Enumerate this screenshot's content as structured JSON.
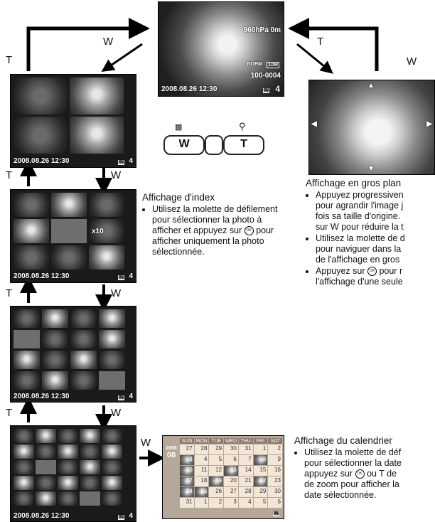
{
  "arrow_labels": {
    "w": "W",
    "t": "T"
  },
  "single_photo": {
    "pressure": "960hPa",
    "altitude": "0m",
    "quality": "NORM",
    "size": "10M",
    "file_number": "100-0004",
    "datetime": "2008.08.26 12:30",
    "memory": "IN",
    "frame": "4"
  },
  "index_screens": {
    "datetime": "2008.08.26 12:30",
    "memory": "IN",
    "frame": "4",
    "count_badge": "x10"
  },
  "zoom_buttons": {
    "w_label": "W",
    "t_label": "T"
  },
  "index_caption": {
    "title": "Affichage d'index",
    "bullets": [
      "Utilisez la molette de défilement pour sélectionner la photo à afficher et appuyez sur {OK} pour afficher uniquement la photo sélectionnée."
    ],
    "bullet_before": "Utilisez la molette de défilement pour sélectionner la photo à afficher et appuyez sur",
    "bullet_after": "pour afficher uniquement la photo sélectionnée."
  },
  "closeup_caption": {
    "title": "Affichage en gros plan",
    "b1_line1": "Appuyez progressiven",
    "b1_line2": "pour agrandir l'image j",
    "b1_line3": "fois sa taille d'origine.",
    "b1_line4": "sur W pour réduire la t",
    "b2_line1": "Utilisez la molette de d",
    "b2_line2": "pour naviguer dans la",
    "b2_line3": "de l'affichage en gros",
    "b3_before": "Appuyez sur",
    "b3_after": "pour r",
    "b3_line2": "l'affichage d'une seule"
  },
  "calendar_caption": {
    "title": "Affichage du calendrier",
    "line1": "Utilisez la molette de déf",
    "line2": "pour sélectionner la date",
    "line3_before": "appuyez sur",
    "line3_after": "ou T de",
    "line4": "de zoom pour afficher la",
    "line5": "date sélectionnée."
  },
  "ok_glyph": "OK",
  "calendar": {
    "year": "2008",
    "month": "08",
    "headers": [
      "SUN",
      "MON",
      "TUE",
      "WED",
      "THU",
      "FRI",
      "SAT"
    ],
    "days": [
      "27",
      "28",
      "29",
      "30",
      "31",
      "1",
      "2",
      "3",
      "4",
      "5",
      "6",
      "7",
      "8",
      "9",
      "10",
      "11",
      "12",
      "13",
      "14",
      "15",
      "16",
      "17",
      "18",
      "19",
      "20",
      "21",
      "22",
      "23",
      "24",
      "25",
      "26",
      "27",
      "28",
      "29",
      "30",
      "31",
      "1",
      "2",
      "3",
      "4",
      "5",
      "6"
    ],
    "memory": "IN"
  }
}
